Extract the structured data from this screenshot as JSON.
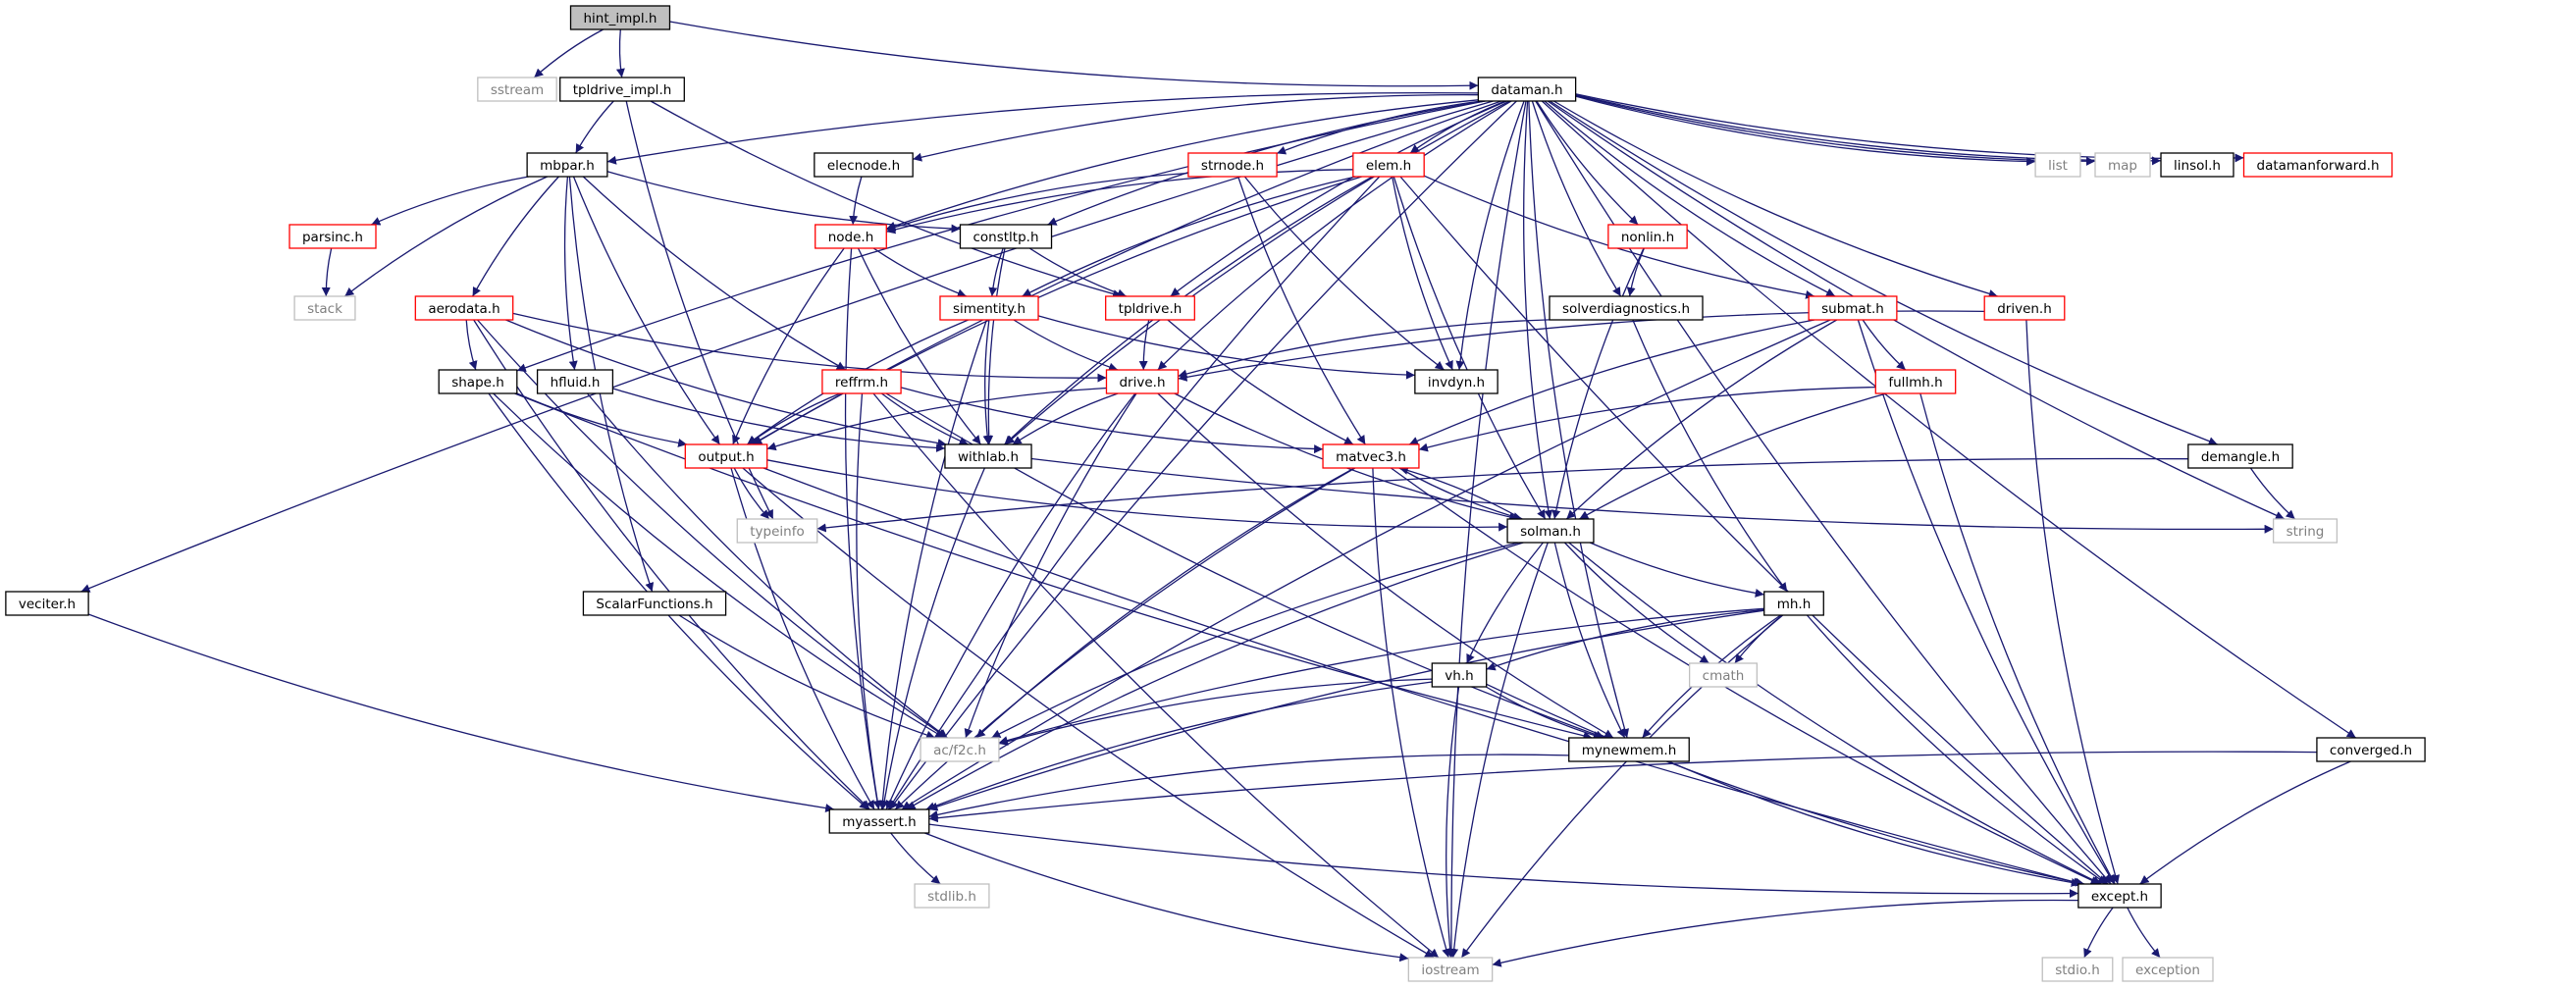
{
  "graph": {
    "nodes": [
      {
        "id": "hint_impl",
        "label": "hint_impl.h",
        "style": "root"
      },
      {
        "id": "sstream",
        "label": "sstream",
        "style": "grey"
      },
      {
        "id": "tpldrive_impl",
        "label": "tpldrive_impl.h",
        "style": "black"
      },
      {
        "id": "dataman",
        "label": "dataman.h",
        "style": "black"
      },
      {
        "id": "mbpar",
        "label": "mbpar.h",
        "style": "black"
      },
      {
        "id": "elecnode",
        "label": "elecnode.h",
        "style": "black"
      },
      {
        "id": "strnode",
        "label": "strnode.h",
        "style": "red"
      },
      {
        "id": "elem",
        "label": "elem.h",
        "style": "red"
      },
      {
        "id": "list",
        "label": "list",
        "style": "grey"
      },
      {
        "id": "map",
        "label": "map",
        "style": "grey"
      },
      {
        "id": "linsol",
        "label": "linsol.h",
        "style": "black"
      },
      {
        "id": "datamanforward",
        "label": "datamanforward.h",
        "style": "red"
      },
      {
        "id": "parsinc",
        "label": "parsinc.h",
        "style": "red"
      },
      {
        "id": "node",
        "label": "node.h",
        "style": "red"
      },
      {
        "id": "constltp",
        "label": "constltp.h",
        "style": "black"
      },
      {
        "id": "nonlin",
        "label": "nonlin.h",
        "style": "red"
      },
      {
        "id": "stack",
        "label": "stack",
        "style": "grey"
      },
      {
        "id": "aerodata",
        "label": "aerodata.h",
        "style": "red"
      },
      {
        "id": "simentity",
        "label": "simentity.h",
        "style": "red"
      },
      {
        "id": "tpldrive",
        "label": "tpldrive.h",
        "style": "red"
      },
      {
        "id": "solverdiagnostics",
        "label": "solverdiagnostics.h",
        "style": "black"
      },
      {
        "id": "submat",
        "label": "submat.h",
        "style": "red"
      },
      {
        "id": "driven",
        "label": "driven.h",
        "style": "red"
      },
      {
        "id": "shape",
        "label": "shape.h",
        "style": "black"
      },
      {
        "id": "hfluid",
        "label": "hfluid.h",
        "style": "black"
      },
      {
        "id": "reffrm",
        "label": "reffrm.h",
        "style": "red"
      },
      {
        "id": "drive",
        "label": "drive.h",
        "style": "red"
      },
      {
        "id": "invdyn",
        "label": "invdyn.h",
        "style": "black"
      },
      {
        "id": "fullmh",
        "label": "fullmh.h",
        "style": "red"
      },
      {
        "id": "output",
        "label": "output.h",
        "style": "red"
      },
      {
        "id": "withlab",
        "label": "withlab.h",
        "style": "black"
      },
      {
        "id": "matvec3",
        "label": "matvec3.h",
        "style": "red"
      },
      {
        "id": "demangle",
        "label": "demangle.h",
        "style": "black"
      },
      {
        "id": "typeinfo",
        "label": "typeinfo",
        "style": "grey"
      },
      {
        "id": "solman",
        "label": "solman.h",
        "style": "black"
      },
      {
        "id": "string",
        "label": "string",
        "style": "grey"
      },
      {
        "id": "veciter",
        "label": "veciter.h",
        "style": "black"
      },
      {
        "id": "scalarfunctions",
        "label": "ScalarFunctions.h",
        "style": "black"
      },
      {
        "id": "mh",
        "label": "mh.h",
        "style": "black"
      },
      {
        "id": "cmath",
        "label": "cmath",
        "style": "grey"
      },
      {
        "id": "vh",
        "label": "vh.h",
        "style": "black"
      },
      {
        "id": "acf2c",
        "label": "ac/f2c.h",
        "style": "grey"
      },
      {
        "id": "mynewmem",
        "label": "mynewmem.h",
        "style": "black"
      },
      {
        "id": "converged",
        "label": "converged.h",
        "style": "black"
      },
      {
        "id": "myassert",
        "label": "myassert.h",
        "style": "black"
      },
      {
        "id": "stdlib",
        "label": "stdlib.h",
        "style": "grey"
      },
      {
        "id": "except",
        "label": "except.h",
        "style": "black"
      },
      {
        "id": "iostream",
        "label": "iostream",
        "style": "grey"
      },
      {
        "id": "stdio",
        "label": "stdio.h",
        "style": "grey"
      },
      {
        "id": "exception",
        "label": "exception",
        "style": "grey"
      }
    ],
    "edges": [
      [
        "hint_impl",
        "sstream"
      ],
      [
        "hint_impl",
        "tpldrive_impl"
      ],
      [
        "hint_impl",
        "dataman"
      ],
      [
        "tpldrive_impl",
        "mbpar"
      ],
      [
        "tpldrive_impl",
        "tpldrive"
      ],
      [
        "tpldrive_impl",
        "typeinfo"
      ],
      [
        "dataman",
        "mbpar"
      ],
      [
        "dataman",
        "elecnode"
      ],
      [
        "dataman",
        "strnode"
      ],
      [
        "dataman",
        "elem"
      ],
      [
        "dataman",
        "list"
      ],
      [
        "dataman",
        "map"
      ],
      [
        "dataman",
        "linsol"
      ],
      [
        "dataman",
        "datamanforward"
      ],
      [
        "dataman",
        "node"
      ],
      [
        "dataman",
        "constltp"
      ],
      [
        "dataman",
        "nonlin"
      ],
      [
        "dataman",
        "tpldrive"
      ],
      [
        "dataman",
        "solverdiagnostics"
      ],
      [
        "dataman",
        "submat"
      ],
      [
        "dataman",
        "driven"
      ],
      [
        "dataman",
        "shape"
      ],
      [
        "dataman",
        "drive"
      ],
      [
        "dataman",
        "invdyn"
      ],
      [
        "dataman",
        "output"
      ],
      [
        "dataman",
        "withlab"
      ],
      [
        "dataman",
        "solman"
      ],
      [
        "dataman",
        "string"
      ],
      [
        "dataman",
        "veciter"
      ],
      [
        "dataman",
        "demangle"
      ],
      [
        "dataman",
        "converged"
      ],
      [
        "dataman",
        "mynewmem"
      ],
      [
        "dataman",
        "myassert"
      ],
      [
        "dataman",
        "except"
      ],
      [
        "dataman",
        "iostream"
      ],
      [
        "mbpar",
        "parsinc"
      ],
      [
        "mbpar",
        "stack"
      ],
      [
        "mbpar",
        "aerodata"
      ],
      [
        "mbpar",
        "hfluid"
      ],
      [
        "mbpar",
        "reffrm"
      ],
      [
        "mbpar",
        "constltp"
      ],
      [
        "mbpar",
        "scalarfunctions"
      ],
      [
        "mbpar",
        "output"
      ],
      [
        "elecnode",
        "node"
      ],
      [
        "strnode",
        "node"
      ],
      [
        "strnode",
        "matvec3"
      ],
      [
        "strnode",
        "invdyn"
      ],
      [
        "elem",
        "node"
      ],
      [
        "elem",
        "simentity"
      ],
      [
        "elem",
        "output"
      ],
      [
        "elem",
        "invdyn"
      ],
      [
        "elem",
        "withlab"
      ],
      [
        "elem",
        "submat"
      ],
      [
        "elem",
        "solman"
      ],
      [
        "elem",
        "myassert"
      ],
      [
        "elem",
        "except"
      ],
      [
        "parsinc",
        "stack"
      ],
      [
        "node",
        "simentity"
      ],
      [
        "node",
        "output"
      ],
      [
        "node",
        "withlab"
      ],
      [
        "node",
        "myassert"
      ],
      [
        "constltp",
        "simentity"
      ],
      [
        "constltp",
        "tpldrive"
      ],
      [
        "constltp",
        "withlab"
      ],
      [
        "nonlin",
        "solverdiagnostics"
      ],
      [
        "nonlin",
        "solman"
      ],
      [
        "aerodata",
        "shape"
      ],
      [
        "aerodata",
        "drive"
      ],
      [
        "aerodata",
        "withlab"
      ],
      [
        "aerodata",
        "acf2c"
      ],
      [
        "aerodata",
        "myassert"
      ],
      [
        "simentity",
        "drive"
      ],
      [
        "simentity",
        "output"
      ],
      [
        "simentity",
        "withlab"
      ],
      [
        "simentity",
        "invdyn"
      ],
      [
        "simentity",
        "myassert"
      ],
      [
        "tpldrive",
        "drive"
      ],
      [
        "tpldrive",
        "matvec3"
      ],
      [
        "solverdiagnostics",
        "drive"
      ],
      [
        "solverdiagnostics",
        "mh"
      ],
      [
        "submat",
        "fullmh"
      ],
      [
        "submat",
        "matvec3"
      ],
      [
        "submat",
        "solman"
      ],
      [
        "submat",
        "except"
      ],
      [
        "submat",
        "myassert"
      ],
      [
        "driven",
        "drive"
      ],
      [
        "driven",
        "except"
      ],
      [
        "shape",
        "output"
      ],
      [
        "shape",
        "mynewmem"
      ],
      [
        "shape",
        "acf2c"
      ],
      [
        "shape",
        "myassert"
      ],
      [
        "hfluid",
        "withlab"
      ],
      [
        "hfluid",
        "acf2c"
      ],
      [
        "reffrm",
        "matvec3"
      ],
      [
        "reffrm",
        "withlab"
      ],
      [
        "reffrm",
        "output"
      ],
      [
        "reffrm",
        "iostream"
      ],
      [
        "reffrm",
        "mynewmem"
      ],
      [
        "reffrm",
        "myassert"
      ],
      [
        "drive",
        "output"
      ],
      [
        "drive",
        "withlab"
      ],
      [
        "drive",
        "solman"
      ],
      [
        "drive",
        "mynewmem"
      ],
      [
        "drive",
        "acf2c"
      ],
      [
        "drive",
        "myassert"
      ],
      [
        "fullmh",
        "matvec3"
      ],
      [
        "fullmh",
        "solman"
      ],
      [
        "fullmh",
        "except"
      ],
      [
        "output",
        "typeinfo"
      ],
      [
        "output",
        "solman"
      ],
      [
        "output",
        "except"
      ],
      [
        "output",
        "iostream"
      ],
      [
        "output",
        "myassert"
      ],
      [
        "withlab",
        "string"
      ],
      [
        "withlab",
        "myassert"
      ],
      [
        "matvec3",
        "solman"
      ],
      [
        "matvec3",
        "except"
      ],
      [
        "matvec3",
        "acf2c"
      ],
      [
        "matvec3",
        "myassert"
      ],
      [
        "matvec3",
        "iostream"
      ],
      [
        "demangle",
        "typeinfo"
      ],
      [
        "demangle",
        "string"
      ],
      [
        "solman",
        "matvec3"
      ],
      [
        "solman",
        "mh"
      ],
      [
        "solman",
        "vh"
      ],
      [
        "solman",
        "cmath"
      ],
      [
        "solman",
        "mynewmem"
      ],
      [
        "solman",
        "acf2c"
      ],
      [
        "solman",
        "myassert"
      ],
      [
        "solman",
        "except"
      ],
      [
        "solman",
        "iostream"
      ],
      [
        "veciter",
        "myassert"
      ],
      [
        "scalarfunctions",
        "acf2c"
      ],
      [
        "mh",
        "vh"
      ],
      [
        "mh",
        "cmath"
      ],
      [
        "mh",
        "mynewmem"
      ],
      [
        "mh",
        "acf2c"
      ],
      [
        "mh",
        "myassert"
      ],
      [
        "mh",
        "except"
      ],
      [
        "mh",
        "iostream"
      ],
      [
        "vh",
        "mynewmem"
      ],
      [
        "vh",
        "acf2c"
      ],
      [
        "vh",
        "myassert"
      ],
      [
        "vh",
        "except"
      ],
      [
        "vh",
        "iostream"
      ],
      [
        "mynewmem",
        "myassert"
      ],
      [
        "mynewmem",
        "except"
      ],
      [
        "converged",
        "myassert"
      ],
      [
        "converged",
        "except"
      ],
      [
        "myassert",
        "stdlib"
      ],
      [
        "myassert",
        "except"
      ],
      [
        "myassert",
        "iostream"
      ],
      [
        "except",
        "stdio"
      ],
      [
        "except",
        "exception"
      ],
      [
        "except",
        "iostream"
      ]
    ]
  },
  "colors": {
    "edge": "#191970",
    "black_border": "#000000",
    "red_border": "#ff0000",
    "grey_border": "#bfbfbf",
    "grey_text": "#7f7f7f",
    "root_fill": "#bfbfbf",
    "node_fill": "#ffffff"
  }
}
